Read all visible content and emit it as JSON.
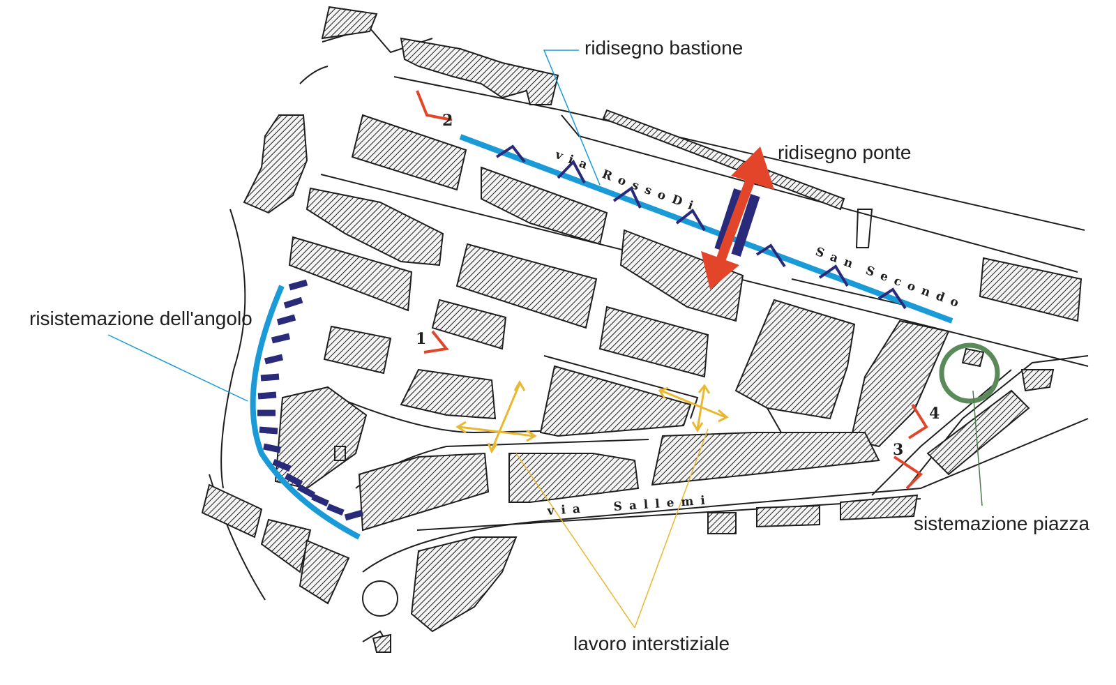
{
  "labels": {
    "ridisegno_bastione": "ridisegno bastione",
    "ridisegno_ponte": "ridisegno ponte",
    "risistemazione_angolo": "risistemazione dell'angolo",
    "sistemazione_piazza": "sistemazione piazza",
    "lavoro_interstiziale": "lavoro interstiziale"
  },
  "streets": {
    "via_rosso_1": "via",
    "via_rosso_2": "Rosso",
    "via_rosso_3": "Di",
    "via_rosso_4": "San",
    "via_rosso_5": "Secondo",
    "via_sallemi_1": "via",
    "via_sallemi_2": "Sallemi"
  },
  "viewpoints": [
    "1",
    "2",
    "3",
    "4"
  ],
  "colors": {
    "bastion_line": "#1a9ad6",
    "bastion_marks": "#2a2a7a",
    "bridge_arrow": "#e2452a",
    "bridge_bar": "#2a2a7a",
    "interstitial_arrows": "#e8b830",
    "piazza_circle": "#5a8a5a",
    "viewpoint_marker": "#e2452a"
  },
  "icons": [
    "bridge-arrow-icon",
    "viewpoint-marker-icon",
    "interstitial-arrow-icon",
    "piazza-circle-icon"
  ]
}
